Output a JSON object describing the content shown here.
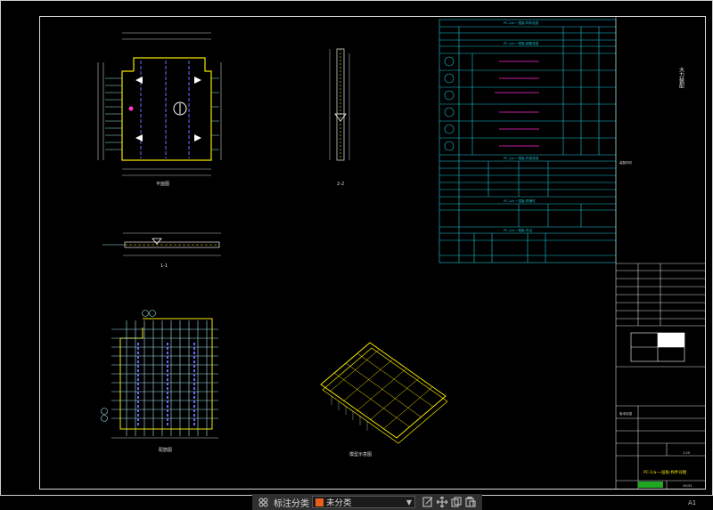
{
  "toolbar": {
    "category_label": "标注分类",
    "category_value": "未分类",
    "swatch_color": "#e8601c",
    "icons": [
      "grid-icon",
      "edit-icon",
      "move-icon",
      "copy-icon",
      "paste-icon"
    ]
  },
  "page_number": "A1",
  "drawing": {
    "plan_title": "平面图",
    "section_1": "1-1",
    "section_2": "2-2",
    "rebar_title": "配筋图",
    "iso_title": "模型示意图",
    "table_title_1": "PC-1/a-一层板-构件信息",
    "table_title_2": "PC-1/a-一层板-钢筋信息",
    "table_title_3": "PC-1/a-一层板-桁架信息",
    "table_title_4": "PC-1/a-一层板-预埋件",
    "table_title_5": "PC-1/a-一层板-吊点",
    "title_block_name": "大力装配",
    "title_block_project": "装配构件",
    "title_block_dwg": "PC-1/a-一层板-构件详图",
    "scale": "1:25",
    "sheet": "29/33",
    "revision": "版本信息"
  }
}
